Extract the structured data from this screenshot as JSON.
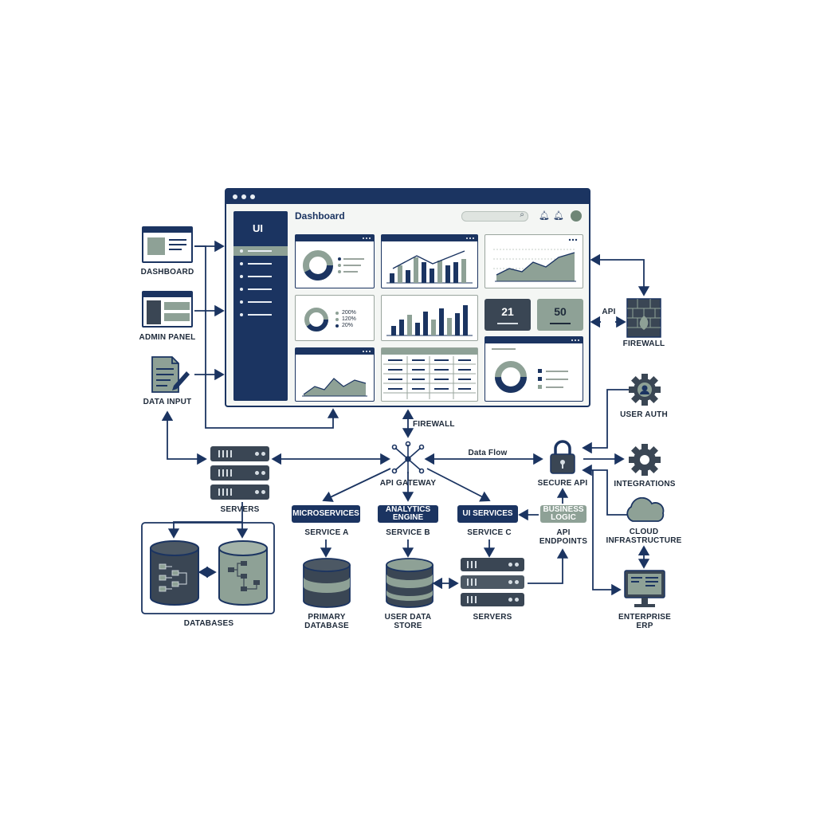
{
  "window": {
    "title": "Dashboard",
    "sidebar_title": "UI",
    "donut_legend": [
      "200%",
      "120%",
      "20%"
    ],
    "stats": [
      "21",
      "50"
    ]
  },
  "left_nodes": {
    "dashboard": "DASHBOARD",
    "admin_panel": "ADMIN PANEL",
    "data_input": "DATA INPUT"
  },
  "right_nodes": {
    "api": "API",
    "firewall": "FIREWALL",
    "user_auth": "USER AUTH",
    "integrations": "INTEGRATIONS",
    "cloud": "CLOUD\nINFRASTRUCTURE",
    "enterprise": "ENTERPRISE\nERP"
  },
  "middle": {
    "firewall": "FIREWALL",
    "api_gateway": "API GATEWAY",
    "data_flow": "Data Flow",
    "secure_api": "SECURE API",
    "business_logic": "BUSINESS\nLOGIC",
    "api_endpoints": "API\nENDPOINTS"
  },
  "services": [
    {
      "box": "MICROSERVICES",
      "label": "SERVICE A",
      "store": "PRIMARY\nDATABASE"
    },
    {
      "box": "ANALYTICS\nENGINE",
      "label": "SERVICE B",
      "store": "USER DATA\nSTORE"
    },
    {
      "box": "UI SERVICES",
      "label": "SERVICE C",
      "store": "SERVERS"
    }
  ],
  "left_cluster": {
    "servers": "SERVERS",
    "databases": "DATABASES"
  },
  "colors": {
    "navy": "#1b3461",
    "sage": "#8ea196",
    "slate": "#3a4654"
  }
}
